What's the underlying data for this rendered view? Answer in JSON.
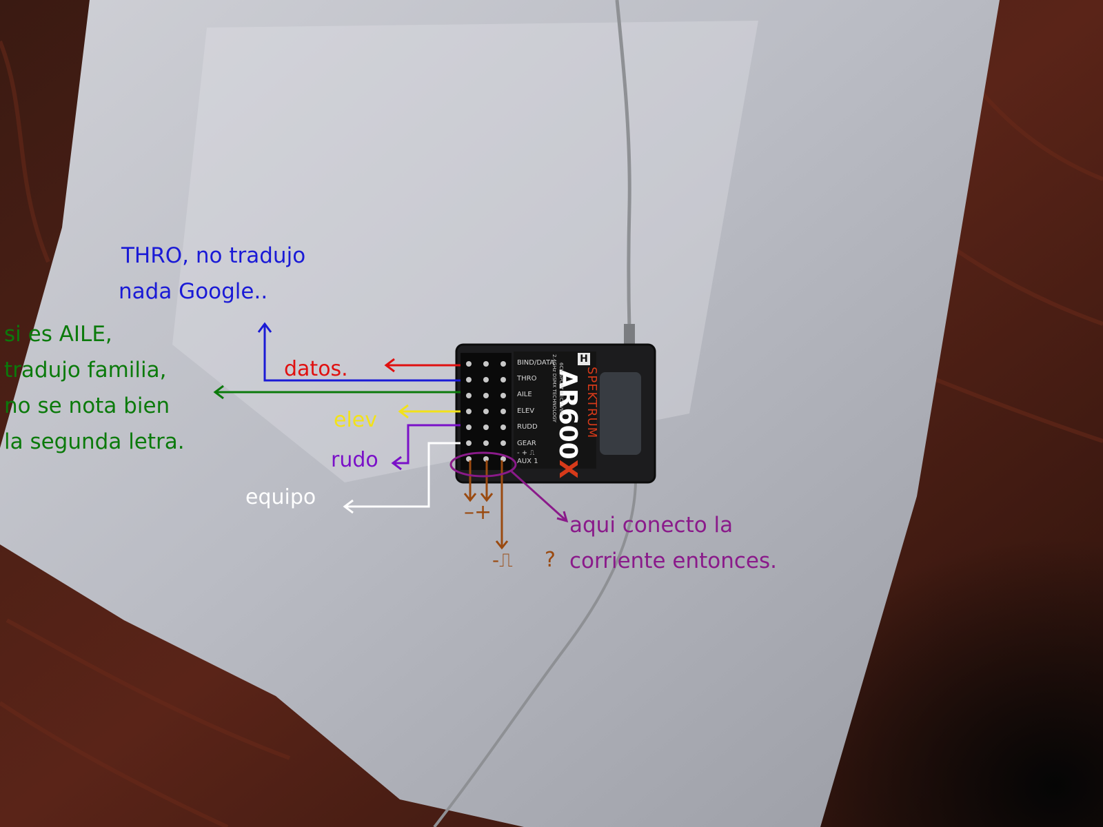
{
  "receiver": {
    "brand_logo": "H",
    "brand": "SPEKTRUM",
    "model": "AR600",
    "model_suffix": "X",
    "spec_line1": "2.4GHz DSMX TECHNOLOGY",
    "spec_line2": "6CH SPORT RECEIVER",
    "pin_rows": [
      "BIND/DATA",
      "THRO",
      "AILE",
      "ELEV",
      "RUDD",
      "GEAR",
      "AUX 1"
    ],
    "polarity": "- + ⎍"
  },
  "annotations": {
    "thro_note": [
      "THRO, no tradujo",
      "nada Google.."
    ],
    "aile_note": [
      "si es AILE,",
      "tradujo familia,",
      "no se nota bien",
      "la segunda letra."
    ],
    "datos": "datos.",
    "elev": "elev",
    "rudo": "rudo",
    "equipo": "equipo",
    "minus_plus": "–+",
    "signal": "-⎍",
    "question": "?",
    "power_note": [
      "aqui conecto la",
      "corriente entonces."
    ]
  },
  "colors": {
    "blue": "#1a1ad6",
    "green": "#0b7a0b",
    "red": "#e01010",
    "yellow": "#f2e21a",
    "purple": "#7a10c8",
    "white": "#ffffff",
    "brown": "#9a4a10",
    "magenta": "#8a1a8a",
    "brand_red": "#d63a1a"
  }
}
